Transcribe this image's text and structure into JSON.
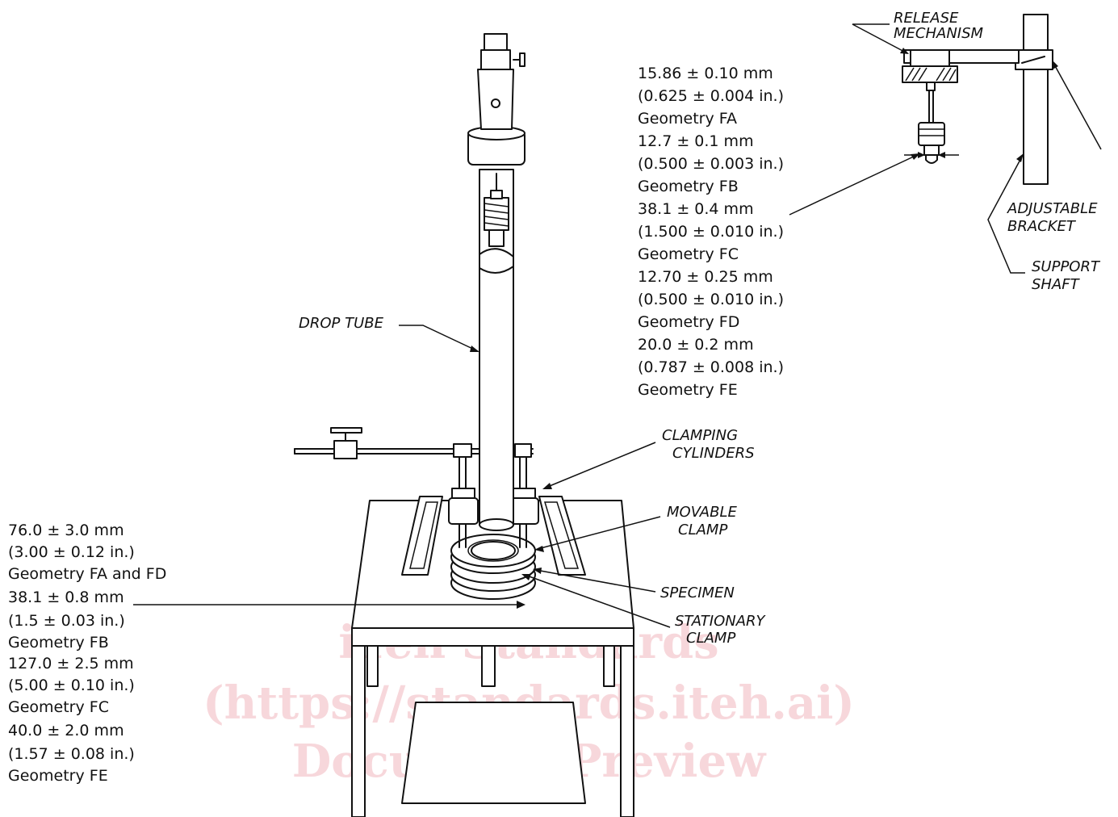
{
  "top_dimensions": [
    "15.86 ± 0.10 mm",
    "(0.625 ± 0.004 in.)",
    "Geometry FA",
    "12.7 ± 0.1 mm",
    "(0.500 ± 0.003 in.)",
    "Geometry FB",
    "38.1 ± 0.4 mm",
    "(1.500 ± 0.010 in.)",
    "Geometry FC",
    "12.70 ± 0.25 mm",
    "(0.500 ± 0.010 in.)",
    "Geometry FD",
    "20.0 ± 0.2 mm",
    "(0.787 ± 0.008 in.)",
    "Geometry FE"
  ],
  "bottom_dimensions": [
    "76.0 ± 3.0 mm",
    "(3.00 ± 0.12 in.)",
    "Geometry FA and FD",
    "38.1 ± 0.8 mm",
    "(1.5 ± 0.03 in.)",
    "Geometry FB",
    "127.0 ± 2.5 mm",
    "(5.00 ± 0.10 in.)",
    "Geometry FC",
    "40.0 ± 2.0 mm",
    "(1.57 ± 0.08 in.)",
    "Geometry FE"
  ],
  "labels": {
    "release_1": "RELEASE",
    "release_2": "MECHANISM",
    "adjustable_1": "ADJUSTABLE",
    "adjustable_2": "BRACKET",
    "support_1": "SUPPORT",
    "support_2": "SHAFT",
    "drop_tube": "DROP TUBE",
    "clamping_1": "CLAMPING",
    "clamping_2": "CYLINDERS",
    "movable_1": "MOVABLE",
    "movable_2": "CLAMP",
    "specimen": "SPECIMEN",
    "stationary_1": "STATIONARY",
    "stationary_2": "CLAMP"
  },
  "watermark": {
    "line1": "iTeh Standards",
    "line2": "(https://standards.iteh.ai)",
    "line3": "Document Preview"
  },
  "colors": {
    "ink": "#111111",
    "watermark": "#f4c9cf",
    "background": "#ffffff"
  }
}
